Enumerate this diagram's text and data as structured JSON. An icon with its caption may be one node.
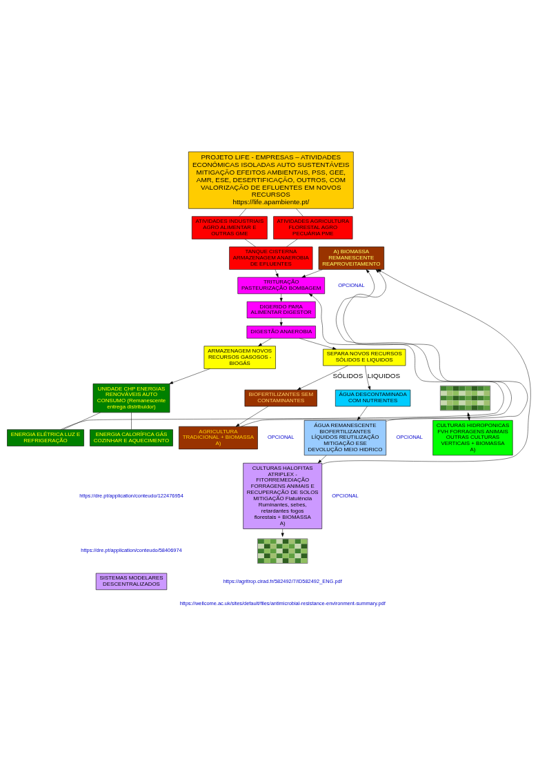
{
  "diagram": {
    "nodes": [
      {
        "text": [
          "PROJETO LIFE - EMPRESAS – ATIVIDADES ECONÓMICAS ISOLADAS AUTO SUSTENTÁVEIS",
          "MITIGAÇÃO EFEITOS AMBIENTAIS, PSS, GEE, AMR, ESE, DESERTIFICAÇÃO, OUTROS, COM VALORIZAÇÃO DE EFLUENTES EM NOVOS RECURSOS",
          "https://life.apambiente.pt/"
        ]
      },
      {
        "text": [
          "ATIVIDADES INDUSTRIAIS AGRO ALIMENTAR E OUTRAS GME"
        ]
      },
      {
        "text": [
          "ATIVIDADES AGRICULTURA FLORESTAL AGRO PECUÁRIA PME"
        ]
      },
      {
        "text": [
          "TANQUE CISTERNA ARMAZENAGEM ANAEROBIA DE EFLUENTES"
        ]
      },
      {
        "text": [
          "TRITURAÇÃO PASTEURIZAÇÃO BOMBAGEM"
        ]
      },
      {
        "text": [
          "A) BIOMASSA REMANESCENTE REAPROVEITAMENTO"
        ]
      },
      {
        "text": [
          "DIGERIDO PARA ALIMENTAR DIGESTOR"
        ]
      },
      {
        "text": [
          "DIGESTÃO ANAEROBIA"
        ]
      },
      {
        "text": [
          "ARMAZENAGEM NOVOS RECURSOS GASOSOS - BIOGÁS"
        ]
      },
      {
        "text": [
          "UNIDADE CHP ENERGIAS RENOVÁVEIS AUTO CONSUMO (Remanescente entrega distribuidor)"
        ]
      },
      {
        "text": [
          "ENERGIA ELÉTRICA LUZ E REFRIGERAÇÃO"
        ]
      },
      {
        "text": [
          "ENERGIA CALORÍFICA GÁS COZINHAR E AQUECIMENTO"
        ]
      },
      {
        "text": [
          "SEPARA NOVOS RECURSOS SÓLIDOS E LIQUIDOS"
        ]
      },
      {
        "text": [
          "BIOFERTILIZANTES SEM CONTAMINANTES"
        ]
      },
      {
        "text": [
          "AGRICULTURA TRADICIONAL + BIOMASSA A)"
        ]
      },
      {
        "text": [
          "ÁGUA DESCONTAMINADA COM NUTRIENTES"
        ]
      },
      {
        "text": [],
        "shape": "picture"
      },
      {
        "text": [
          "CULTURAS HIDROPONICAS FVH FORRAGENS ANIMAIS OUTRAS CULTURAS VERTICAIS + BIOMASSA A)"
        ]
      },
      {
        "text": [
          "ÁGUA REMANESCENTE BIOFERTILIZANTES LÍQUIDOS REUTILIZAÇÃO MITIGAÇÃO ESE DEVOLUÇÃO MEIO HIDRICO"
        ]
      },
      {
        "text": [
          "CULTURAS HALOFITAS ATRIPLEX - FITORREMEDIAÇÃO FORRAGENS ANIMAIS E RECUPERAÇÃO DE SOLOS MITIGAÇÃO Flatulência Ruminantes, sebes, retardantes fogos florestais + BIOMASSA A)"
        ]
      },
      {
        "text": [],
        "shape": "picture"
      },
      {
        "text": [
          "SISTEMAS MODELARES DESCENTRALIZADOS"
        ]
      }
    ],
    "edges": [
      {
        "from": 0,
        "to": 1,
        "arrow": "none"
      },
      {
        "from": 0,
        "to": 2,
        "arrow": "none"
      },
      {
        "from": 1,
        "to": 3,
        "arrow": "none"
      },
      {
        "from": 2,
        "to": 3,
        "arrow": "none"
      },
      {
        "from": 3,
        "to": 4,
        "arrow": "to"
      },
      {
        "from": 5,
        "to": 4,
        "arrow": "to"
      },
      {
        "from": 4,
        "to": 6,
        "arrow": "to"
      },
      {
        "from": 6,
        "to": 7,
        "arrow": "to"
      },
      {
        "from": 7,
        "to": 8,
        "arrow": "to"
      },
      {
        "from": 7,
        "to": 12,
        "arrow": "to"
      },
      {
        "from": 8,
        "to": 9,
        "arrow": "to"
      },
      {
        "from": 9,
        "to": 10,
        "arrow": "none"
      },
      {
        "from": 9,
        "to": 11,
        "arrow": "none"
      },
      {
        "from": 10,
        "to": 4,
        "arrow": "to"
      },
      {
        "from": 12,
        "to": 13,
        "arrow": "to",
        "label": "SÓLIDOS"
      },
      {
        "from": 13,
        "to": 14,
        "arrow": "to"
      },
      {
        "from": 12,
        "to": 15,
        "arrow": "to",
        "label": "LIQUIDOS"
      },
      {
        "from": 15,
        "to": 18,
        "arrow": "to"
      },
      {
        "from": 16,
        "to": 17,
        "arrow": "both"
      },
      {
        "from": 18,
        "to": 19,
        "arrow": "to"
      },
      {
        "from": 19,
        "to": 20,
        "arrow": "to"
      },
      {
        "from": 14,
        "to": 5,
        "arrow": "to"
      },
      {
        "from": 18,
        "to": 5,
        "arrow": "to"
      },
      {
        "from": 19,
        "to": 5,
        "arrow": "to"
      }
    ],
    "labels": [
      "https://wellcome.ac.uk/sites/default/files/antimicrobial-resistance-environment-summary.pdf",
      "OPCIONAL",
      "OPCIONAL",
      "https://dre.pt/application/conteudo/122476954",
      "https://dre.pt/application/conteudo/58406974",
      "OPCIONAL",
      "OPCIONAL",
      "https://agritrop.cirad.fr/582492/7/ID582492_ENG.pdf"
    ]
  }
}
